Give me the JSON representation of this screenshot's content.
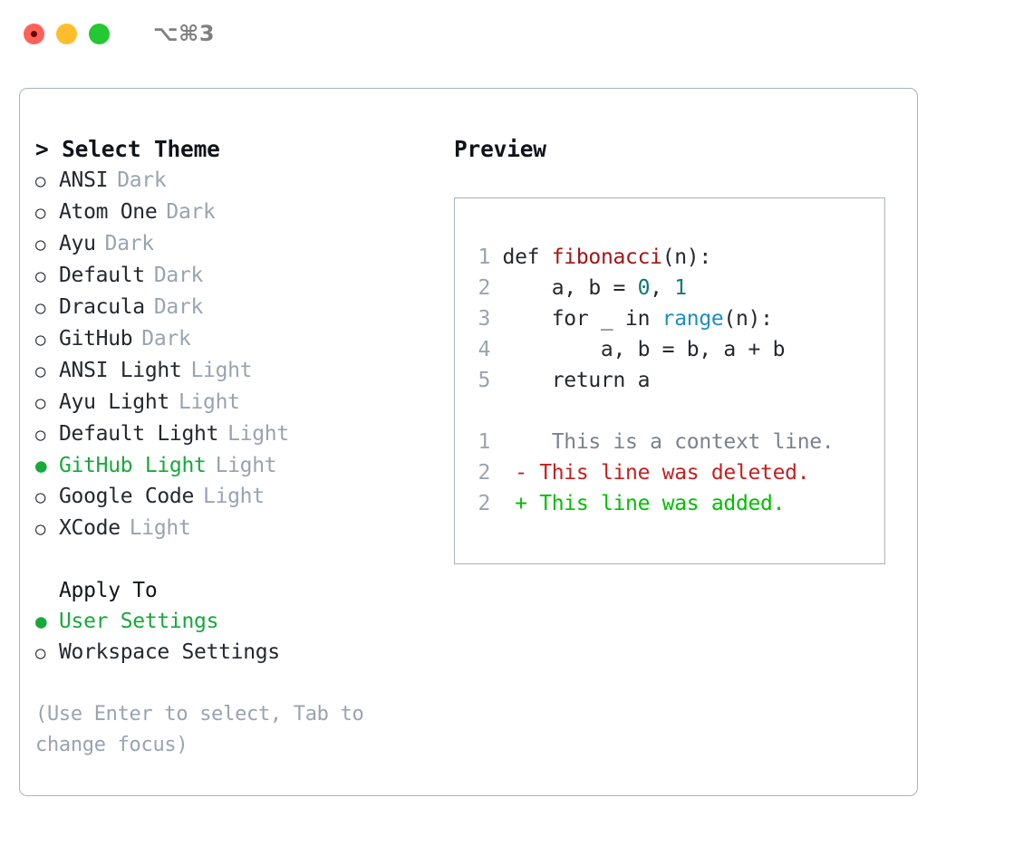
{
  "window": {
    "shortcut": "⌥⌘3",
    "traffic_lights": [
      {
        "name": "close",
        "color": "#ff6159"
      },
      {
        "name": "minimize",
        "color": "#ffbd2e"
      },
      {
        "name": "zoom",
        "color": "#23c832"
      }
    ]
  },
  "theme_picker": {
    "heading": "> Select Theme",
    "options": [
      {
        "bullet": "○",
        "label": "ANSI",
        "kind": "Dark",
        "selected": false
      },
      {
        "bullet": "○",
        "label": "Atom One",
        "kind": "Dark",
        "selected": false
      },
      {
        "bullet": "○",
        "label": "Ayu",
        "kind": "Dark",
        "selected": false
      },
      {
        "bullet": "○",
        "label": "Default",
        "kind": "Dark",
        "selected": false
      },
      {
        "bullet": "○",
        "label": "Dracula",
        "kind": "Dark",
        "selected": false
      },
      {
        "bullet": "○",
        "label": "GitHub",
        "kind": "Dark",
        "selected": false
      },
      {
        "bullet": "○",
        "label": "ANSI Light",
        "kind": "Light",
        "selected": false
      },
      {
        "bullet": "○",
        "label": "Ayu Light",
        "kind": "Light",
        "selected": false
      },
      {
        "bullet": "○",
        "label": "Default Light",
        "kind": "Light",
        "selected": false
      },
      {
        "bullet": "●",
        "label": "GitHub Light",
        "kind": "Light",
        "selected": true
      },
      {
        "bullet": "○",
        "label": "Google Code",
        "kind": "Light",
        "selected": false
      },
      {
        "bullet": "○",
        "label": "XCode",
        "kind": "Light",
        "selected": false
      }
    ]
  },
  "apply_to": {
    "heading": "Apply To",
    "options": [
      {
        "bullet": "●",
        "label": "User Settings",
        "selected": true
      },
      {
        "bullet": "○",
        "label": "Workspace Settings",
        "selected": false
      }
    ]
  },
  "hint": "(Use Enter to select, Tab to change focus)",
  "preview": {
    "title": "Preview",
    "code_lines": [
      {
        "lno": "1",
        "tokens": [
          {
            "t": " def ",
            "c": "plain"
          },
          {
            "t": "fibonacci",
            "c": "fn"
          },
          {
            "t": "(n):",
            "c": "plain"
          }
        ]
      },
      {
        "lno": "2",
        "tokens": [
          {
            "t": "     a, b = ",
            "c": "plain"
          },
          {
            "t": "0",
            "c": "num"
          },
          {
            "t": ", ",
            "c": "plain"
          },
          {
            "t": "1",
            "c": "num"
          }
        ]
      },
      {
        "lno": "3",
        "tokens": [
          {
            "t": "     for _ in ",
            "c": "plain"
          },
          {
            "t": "range",
            "c": "call"
          },
          {
            "t": "(n):",
            "c": "plain"
          }
        ]
      },
      {
        "lno": "4",
        "tokens": [
          {
            "t": "         a, b = b, a + b",
            "c": "plain"
          }
        ]
      },
      {
        "lno": "5",
        "tokens": [
          {
            "t": "     return a",
            "c": "plain"
          }
        ]
      }
    ],
    "diff_lines": [
      {
        "lno": "1",
        "marker": " ",
        "text": "  This is a context line.",
        "kind": "ctx"
      },
      {
        "lno": "2",
        "marker": "-",
        "text": " This line was deleted.",
        "kind": "del"
      },
      {
        "lno": "2",
        "marker": "+",
        "text": " This line was added.",
        "kind": "add"
      }
    ]
  },
  "colors": {
    "accent_green": "#18a83c",
    "muted": "#9aa3b0",
    "border": "#a9b2c0",
    "syntax_function": "#a31515",
    "syntax_number": "#0b7a72",
    "syntax_call": "#1a8fc4",
    "diff_deleted": "#c52020",
    "diff_added": "#00bf00"
  }
}
